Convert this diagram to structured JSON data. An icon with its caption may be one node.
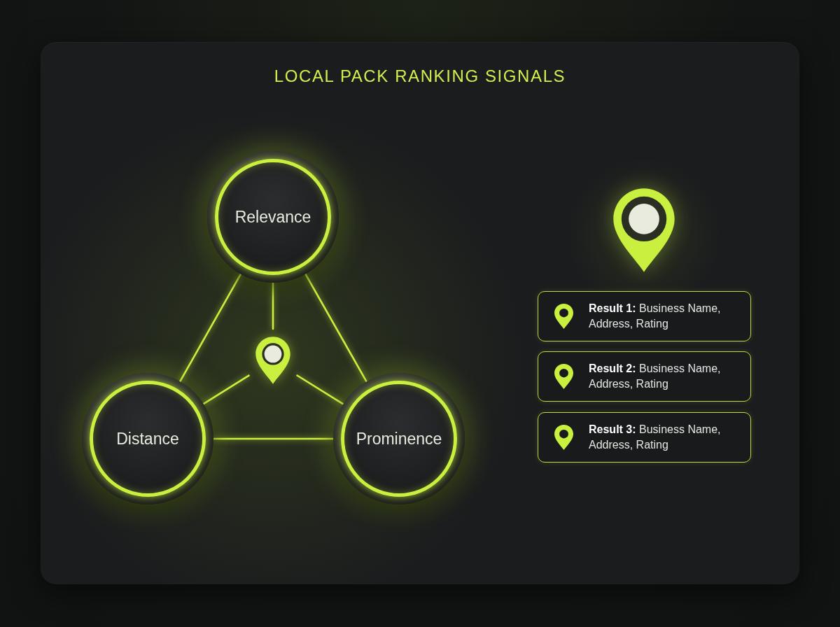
{
  "diagram": {
    "title": "LOCAL PACK RANKING SIGNALS",
    "nodes": [
      {
        "text": [
          "Relevance"
        ]
      },
      {
        "text": [
          "Distance"
        ]
      },
      {
        "text": [
          "Prominence"
        ]
      },
      {
        "text": [],
        "shape": "pin"
      },
      {
        "text": [
          "**Result 1:** Business Name, Address, Rating"
        ]
      },
      {
        "text": [
          "**Result 2:** Business Name, Address, Rating"
        ]
      },
      {
        "text": [
          "**Result 3:** Business Name, Address, Rating"
        ]
      }
    ],
    "edges": [
      {
        "from": 0,
        "to": 1,
        "arrow": "none"
      },
      {
        "from": 0,
        "to": 2,
        "arrow": "none"
      },
      {
        "from": 1,
        "to": 2,
        "arrow": "none"
      },
      {
        "from": 0,
        "to": 3,
        "arrow": "none"
      },
      {
        "from": 1,
        "to": 3,
        "arrow": "none"
      },
      {
        "from": 2,
        "to": 3,
        "arrow": "none"
      }
    ]
  }
}
